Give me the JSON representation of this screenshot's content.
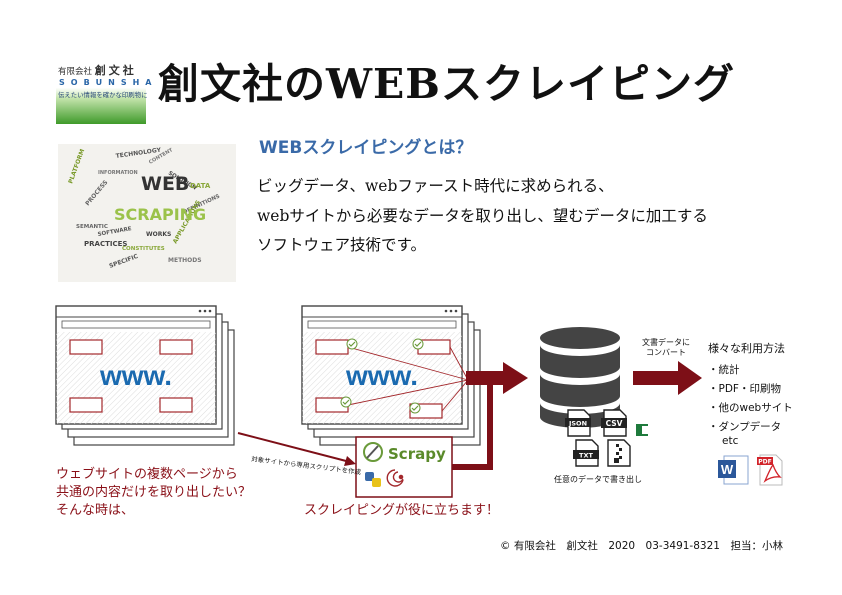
{
  "logo": {
    "company_prefix": "有限会社",
    "company_name": "創文社",
    "romaji": "SOBUNSHA",
    "tagline": "伝えたい情報を確かな印刷物に"
  },
  "title": "創文社のWEBスクレイピング",
  "intro": {
    "heading": "WEBスクレイピングとは？",
    "lines": [
      "ビッグデータ、webファースト時代に求められる、",
      "webサイトから必要なデータを取り出し、望むデータに加工する",
      "ソフトウェア技術です。"
    ]
  },
  "wordcloud": {
    "main_word_1": "WEB",
    "main_word_2": "SCRAPING",
    "words": [
      "TECHNOLOGY",
      "PLATFORM",
      "SEMANTIC",
      "PRACTICES",
      "CONSTITUTES",
      "SPECIFIC",
      "DEFINITIONS",
      "APPLICATIONS",
      "SOLUTION",
      "INFORMATION",
      "METHODS",
      "DATA",
      "SOFTWARE",
      "PROCESS",
      "WORKS",
      "CONTENT"
    ]
  },
  "browser": {
    "url_text": "www."
  },
  "scrapy": {
    "name": "Scrapy"
  },
  "arrow_label": "対象サイトから専用スクリプトを作成",
  "convert_label": [
    "文書データに",
    "コンバート"
  ],
  "files": {
    "json": "JSON",
    "csv": "CSV",
    "txt": "TXT"
  },
  "db_caption": "任意のデータで書き出し",
  "left_caption": [
    "ウェブサイトの複数ページから",
    "共通の内容だけを取り出したい？",
    "そんな時は、"
  ],
  "center_caption": "スクレイピングが役に立ちます！",
  "uses": {
    "heading": "様々な利用方法",
    "items": [
      "・統計",
      "・PDF・印刷物",
      "・他のwebサイト",
      "・ダンプデータ"
    ],
    "etc": "etc"
  },
  "doc_icons": {
    "word": "W",
    "pdf": "PDF"
  },
  "copyright": "© 有限会社　創文社　2020　03-3491-8321　担当：小林",
  "colors": {
    "accent_red": "#7d0f17",
    "box_red": "#a3282c",
    "heading_blue": "#3a6aa8",
    "www_blue": "#1a6ab0",
    "logo_green": "#3f9a2a"
  }
}
